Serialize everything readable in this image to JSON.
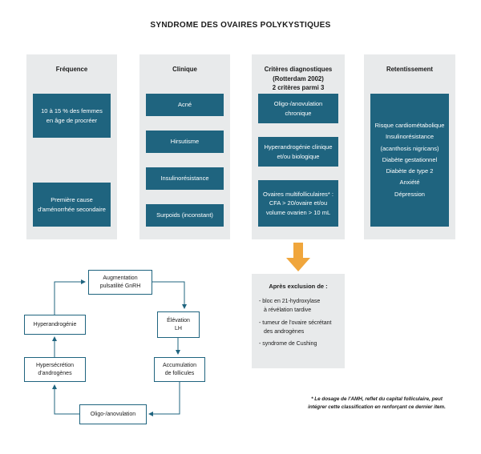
{
  "title": "SYNDROME DES OVAIRES POLYKYSTIQUES",
  "colors": {
    "teal": "#1f647f",
    "panel": "#e8eaeb",
    "orange": "#f0a63c",
    "ink": "#1a1a1a"
  },
  "columns": [
    {
      "header": "Fréquence",
      "items": [
        "10 à 15 % des femmes\nen âge de procréer",
        "Première cause\nd'aménorrhée secondaire"
      ]
    },
    {
      "header": "Clinique",
      "items": [
        "Acné",
        "Hirsutisme",
        "Insulinorésistance",
        "Surpoids (inconstant)"
      ]
    },
    {
      "header": "Critères diagnostiques\n(Rotterdam 2002)\n2 critères parmi 3",
      "items": [
        "Oligo-/anovulation\nchronique",
        "Hyperandrogénie clinique\net/ou biologique",
        "Ovaires multifolliculaires* :\nCFA > 20/ovaire et/ou\nvolume ovarien > 10 mL"
      ]
    },
    {
      "header": "Retentissement",
      "items": [
        "Risque cardiométabolique\nInsulinorésistance\n(acanthosis nigricans)\nDiabète gestationnel\nDiabète de type 2\nAnxiété\nDépression"
      ]
    }
  ],
  "exclusion": {
    "title": "Après exclusion de :",
    "items": [
      "- bloc en 21-hydroxylase\nà révélation tardive",
      "- tumeur de l'ovaire sécrétant\ndes androgènes",
      "- syndrome de Cushing"
    ]
  },
  "cycle": {
    "gnrh": "Augmentation\npulsatilité GnRH",
    "hyperandrogenie": "Hyperandrogénie",
    "elevation_lh": "Élévation\nLH",
    "hypersecretion": "Hypersécrétion\nd'androgènes",
    "accumulation": "Accumulation\nde follicules",
    "oligo_anovulation": "Oligo-/anovulation"
  },
  "footnote": "* Le dosage de l'AMH, reflet du capital folliculaire, peut\nintégrer cette classification en renforçant ce dernier item."
}
